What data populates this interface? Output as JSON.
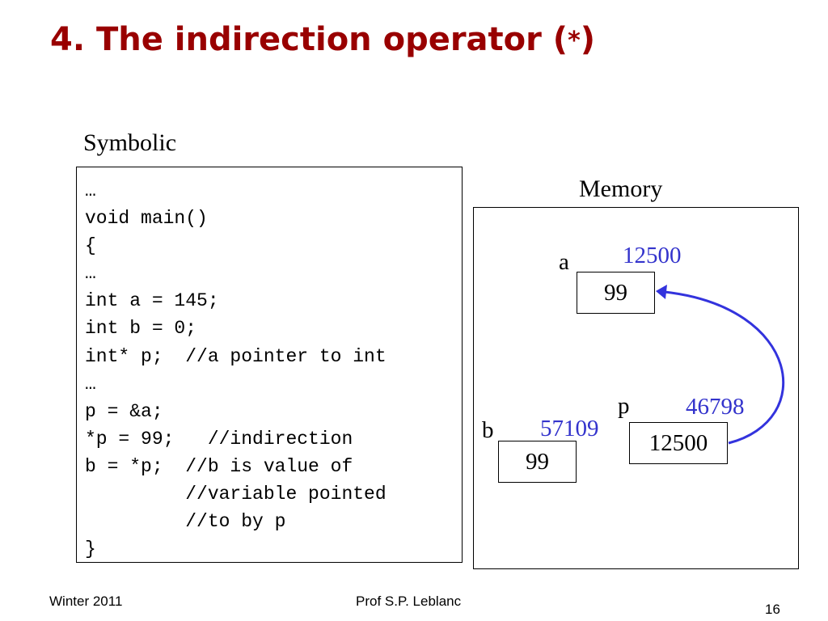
{
  "slide": {
    "title_text": "4. The indirection operator (",
    "title_star": "*",
    "title_close": ")",
    "symbolic_label": "Symbolic",
    "memory_label": "Memory"
  },
  "code": [
    "…",
    "void main()",
    "{",
    "…",
    "int a = 145;",
    "int b = 0;",
    "int* p;  //a pointer to int",
    "…",
    "p = &a;",
    "*p = 99;   //indirection",
    "b = *p;  //b is value of",
    "         //variable pointed",
    "         //to by p",
    "}"
  ],
  "memory": {
    "a": {
      "name": "a",
      "address": "12500",
      "value": "99"
    },
    "b": {
      "name": "b",
      "address": "57109",
      "value": "99"
    },
    "p": {
      "name": "p",
      "address": "46798",
      "value": "12500"
    },
    "arrow_color": "#3333dd",
    "address_color": "#3333cc"
  },
  "footer": {
    "left": "Winter 2011",
    "center": "Prof S.P. Leblanc",
    "page": "16"
  },
  "colors": {
    "title": "#990000"
  }
}
